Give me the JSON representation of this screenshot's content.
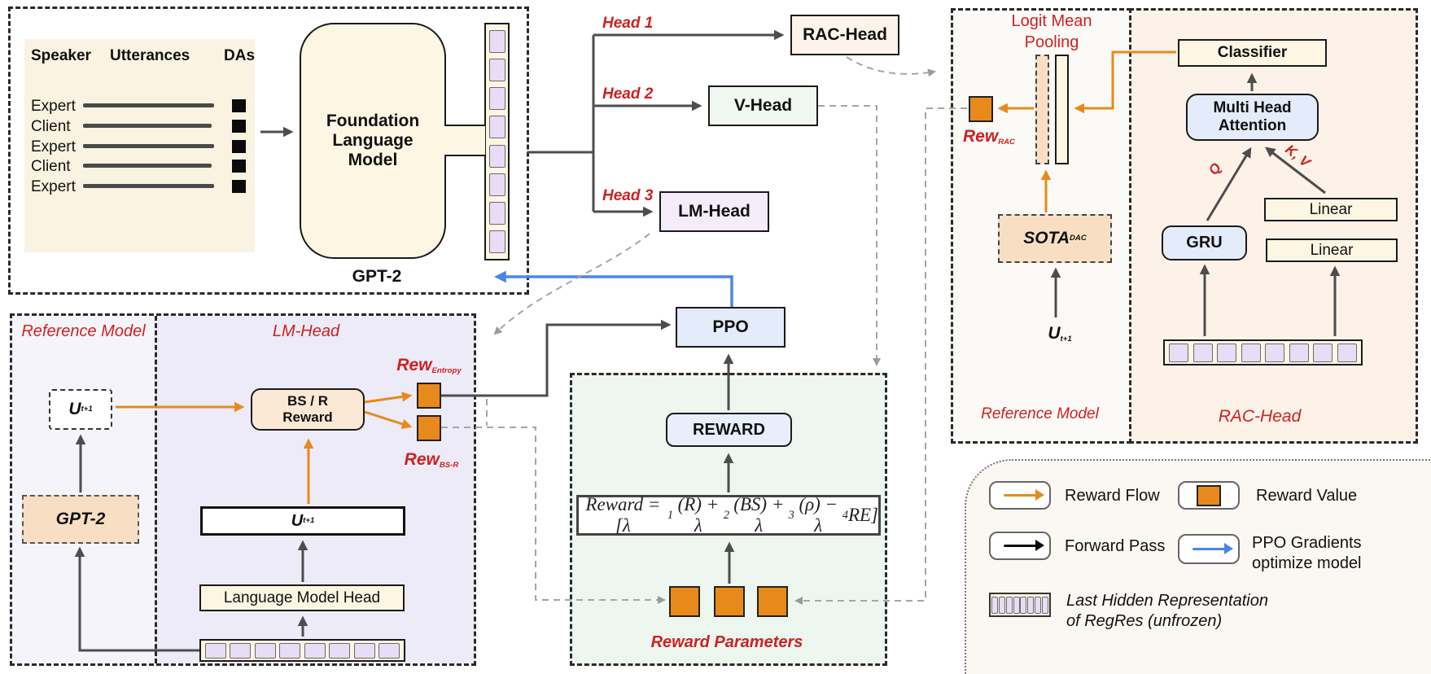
{
  "colors": {
    "accent_red": "#cc2222",
    "reward_orange": "#e8891c",
    "ppo_blue": "#4a86e8",
    "arrow_gray": "#4d4d4d",
    "cream_box": "#fdf6e3",
    "lavender_token": "#e9dcf6",
    "light_blue_box": "#e4ebfa",
    "peach_dashed_box": "#f8dfc4",
    "reward_panel_bg": "#eef6f0",
    "lm_head_panel_bg": "#edebf7",
    "rac_panel_bg": "#fdf2e8"
  },
  "input_panel": {
    "table": {
      "headers": [
        "Speaker",
        "Utterances",
        "DAs"
      ],
      "rows": [
        "Expert",
        "Client",
        "Expert",
        "Client",
        "Expert"
      ]
    },
    "model_box": "Foundation Language Model",
    "model_caption": "GPT-2"
  },
  "heads": {
    "head1": "Head 1",
    "head2": "Head 2",
    "head3": "Head 3",
    "rac": "RAC-Head",
    "v": "V-Head",
    "lm": "LM-Head"
  },
  "ref_lm_panel": {
    "ref_label": "Reference Model",
    "lm_label": "LM-Head",
    "u_next": {
      "base": "U",
      "sub": "t+1"
    },
    "gpt2": "GPT-2",
    "bsr": "BS / R Reward",
    "rew_entropy": {
      "base": "Rew",
      "sub": "Entropy"
    },
    "rew_bsr": {
      "base": "Rew",
      "sub": "BS-R"
    },
    "u_wide": {
      "base": "U",
      "sub": "t+1"
    },
    "lmh_box": "Language Model Head"
  },
  "ppo": {
    "label": "PPO"
  },
  "reward_panel": {
    "reward_box": "REWARD",
    "formula_parts": [
      {
        "t": "Reward = [λ"
      },
      {
        "s": "1"
      },
      {
        "t": "(R) + λ"
      },
      {
        "s": "2"
      },
      {
        "t": "(BS) + λ"
      },
      {
        "s": "3"
      },
      {
        "t": "(ρ) − λ"
      },
      {
        "s": "4"
      },
      {
        "t": "RE]"
      }
    ],
    "caption": "Reward Parameters"
  },
  "right_panel": {
    "pooling": "Logit Mean Pooling",
    "rew_rac": {
      "base": "Rew",
      "sub": "RAC"
    },
    "sota": {
      "base": "SOTA",
      "sub": "DAC"
    },
    "u_next": {
      "base": "U",
      "sub": "t+1"
    },
    "ref_label": "Reference Model",
    "rac_label": "RAC-Head",
    "classifier": "Classifier",
    "mha": "Multi Head Attention",
    "gru": "GRU",
    "linear1": "Linear",
    "linear2": "Linear",
    "q": "Q",
    "kv": "K, V"
  },
  "legend": {
    "reward_flow": "Reward Flow",
    "reward_value": "Reward Value",
    "forward_pass": "Forward Pass",
    "ppo_gradients": "PPO Gradients optimize model",
    "hidden_rep": "Last Hidden Representation of RegRes (unfrozen)"
  }
}
